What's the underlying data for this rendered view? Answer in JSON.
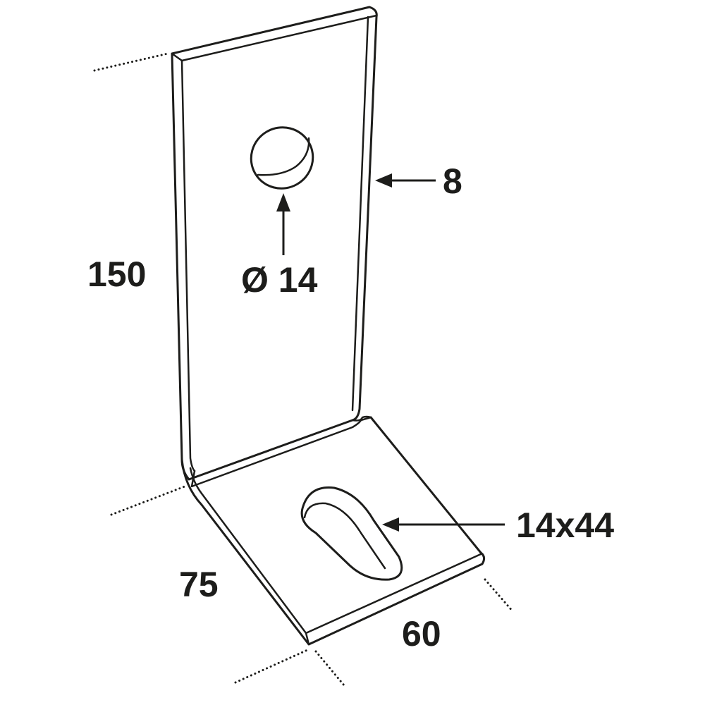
{
  "labels": {
    "height": "150",
    "thickness": "8",
    "hole": "Ø 14",
    "slot": "14x44",
    "base_depth": "75",
    "width": "60"
  }
}
